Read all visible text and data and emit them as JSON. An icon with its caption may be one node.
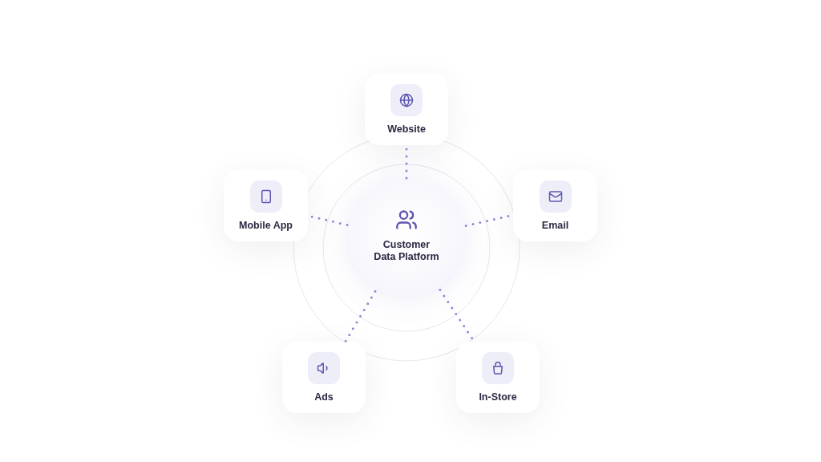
{
  "diagram": {
    "nodes": [
      {
        "text": [
          "Website"
        ]
      },
      {
        "text": [
          "Mobile App"
        ]
      },
      {
        "text": [
          "Customer Data Platform"
        ]
      },
      {
        "text": [
          "Email"
        ]
      },
      {
        "text": [
          "Ads"
        ]
      },
      {
        "text": [
          "In-Store"
        ]
      }
    ],
    "edges": [
      {
        "from": 2,
        "to": 0,
        "arrow": "none"
      },
      {
        "from": 2,
        "to": 1,
        "arrow": "none"
      },
      {
        "from": 2,
        "to": 3,
        "arrow": "none"
      },
      {
        "from": 2,
        "to": 4,
        "arrow": "none"
      },
      {
        "from": 2,
        "to": 5,
        "arrow": "none"
      }
    ]
  }
}
